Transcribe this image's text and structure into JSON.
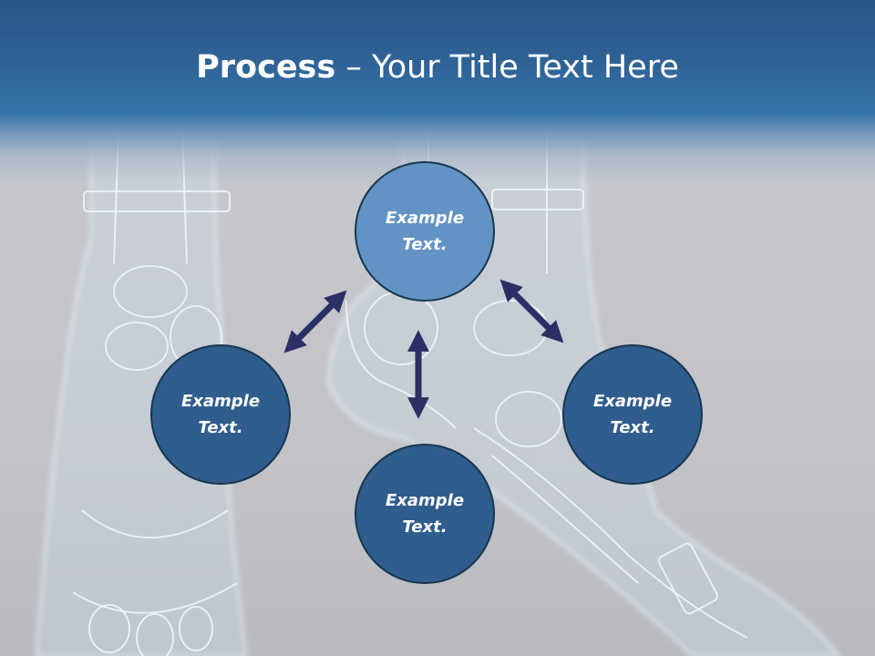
{
  "slide": {
    "title_bold": "Process",
    "title_rest": " – Your Title Text Here"
  },
  "nodes": {
    "top": {
      "line1": "Example",
      "line2": "Text."
    },
    "left": {
      "line1": "Example",
      "line2": "Text."
    },
    "bottom": {
      "line1": "Example",
      "line2": "Text."
    },
    "right": {
      "line1": "Example",
      "line2": "Text."
    }
  },
  "colors": {
    "header": "#2f6397",
    "node_dark": "#2f5d8d",
    "node_light": "#6393c4",
    "arrow": "#2b2f66"
  }
}
